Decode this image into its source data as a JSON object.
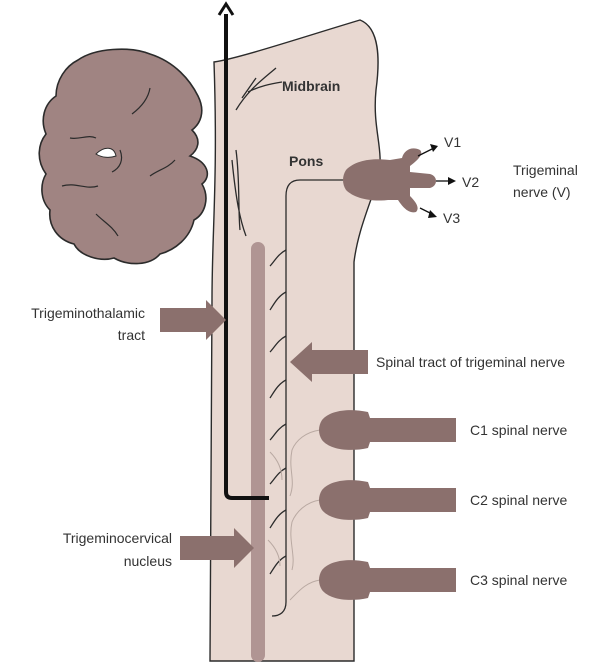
{
  "colors": {
    "background": "#ffffff",
    "brainstem_fill": "#e8d8d1",
    "cerebellum_fill": "#a08482",
    "nerve_fill": "#8b706d",
    "nucleus_fill": "#b09593",
    "outline": "#2b2b2b",
    "label_text": "#333333"
  },
  "labels": {
    "midbrain": "Midbrain",
    "pons": "Pons",
    "v1": "V1",
    "v2": "V2",
    "v3": "V3",
    "trigeminal_nerve_line1": "Trigeminal",
    "trigeminal_nerve_line2": "nerve (V)",
    "trigeminothalamic_line1": "Trigeminothalamic",
    "trigeminothalamic_line2": "tract",
    "spinal_tract": "Spinal tract of trigeminal nerve",
    "c1": "C1 spinal nerve",
    "c2": "C2 spinal nerve",
    "c3": "C3 spinal nerve",
    "trigeminocervical_line1": "Trigeminocervical",
    "trigeminocervical_line2": "nucleus"
  }
}
